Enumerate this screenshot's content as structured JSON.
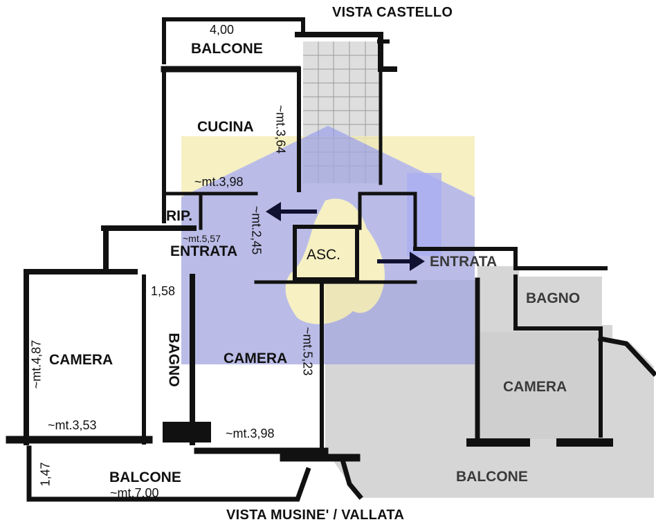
{
  "views": {
    "top": "VISTA CASTELLO",
    "bottom": "VISTA MUSINE' / VALLATA"
  },
  "rooms": {
    "balcone_top": "BALCONE",
    "cucina": "CUCINA",
    "rip": "RIP.",
    "entrata_main": "ENTRATA",
    "asc": "ASC.",
    "entrata_neighbor": "ENTRATA",
    "camera_left": "CAMERA",
    "bagno_left": "BAGNO",
    "camera_center": "CAMERA",
    "bagno_right": "BAGNO",
    "camera_right": "CAMERA",
    "balcone_bottom": "BALCONE",
    "balcone_right": "BALCONE"
  },
  "dimensions": {
    "balcone_top_width": "4,00",
    "cucina_height": "~mt.3,64",
    "cucina_width": "~mt.3,98",
    "entrata_length": "~mt.5,57",
    "entrata_width": "~mt.2,45",
    "bagno_width": "1,58",
    "camera_left_height": "~mt.4,87",
    "camera_left_width": "~mt.3,53",
    "camera_center_height": "~mt.5,23",
    "camera_center_width": "~mt.3,98",
    "balcone_depth": "1,47",
    "balcone_length": "~mt.7,00"
  },
  "colors": {
    "wall": "#111111",
    "neighbor_fill": "#d6d6d6",
    "watermark_blue": "#8f95ec",
    "watermark_yellow": "#f4ecb0",
    "arrow": "#101030"
  }
}
